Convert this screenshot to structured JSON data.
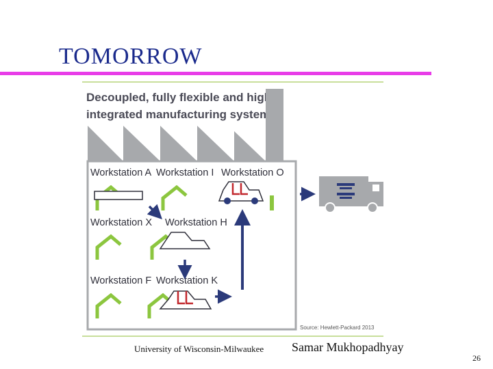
{
  "slide": {
    "title": "TOMORROW",
    "footer_institution": "University of Wisconsin-Milwaukee",
    "footer_author": "Samar Mukhopadhyay",
    "page_number": "26"
  },
  "figure": {
    "heading_line1": "Decoupled, fully flexible and highly",
    "heading_line2": "integrated manufacturing systems",
    "workstations": [
      "Workstation A",
      "Workstation I",
      "Workstation O",
      "Workstation X",
      "Workstation H",
      "Workstation F",
      "Workstation K"
    ],
    "source": "Source: Hewlett-Packard 2013"
  },
  "colors": {
    "title": "#1a2a8c",
    "title_rule": "#e83ce8",
    "robot_arm": "#8cc63f",
    "arrow": "#2b3a7a",
    "factory_gray": "#a7a9ac",
    "frame_green": "#b5d47a",
    "part_red": "#c1272d"
  }
}
